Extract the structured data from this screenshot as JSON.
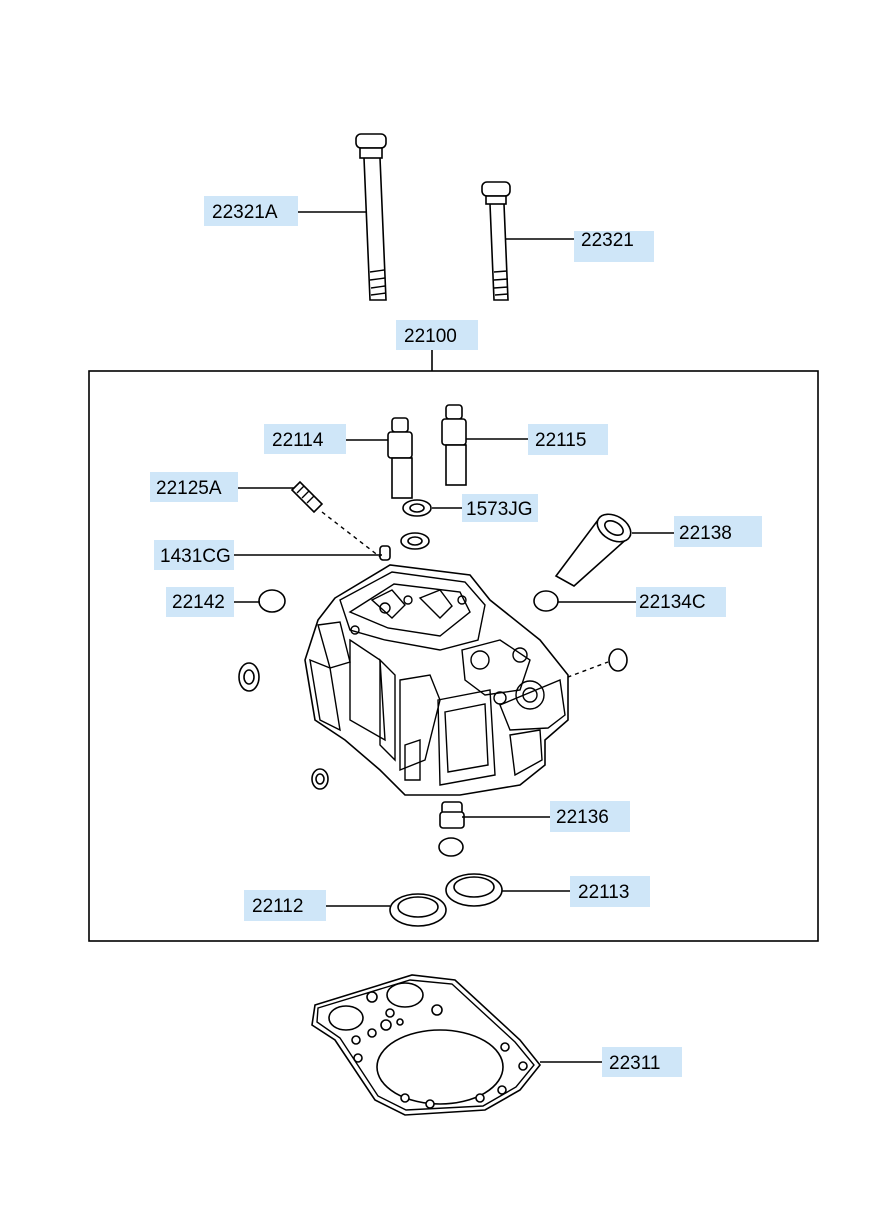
{
  "colors": {
    "label_highlight": "#cfe6f8",
    "line": "#000000",
    "background": "#ffffff"
  },
  "parts": {
    "p22321A": "22321A",
    "p22321": "22321",
    "p22100": "22100",
    "p22114": "22114",
    "p22115": "22115",
    "p22125A": "22125A",
    "p1573JG": "1573JG",
    "p1431CG": "1431CG",
    "p22138": "22138",
    "p22142": "22142",
    "p22134C": "22134C",
    "p22136": "22136",
    "p22112": "22112",
    "p22113": "22113",
    "p22311": "22311"
  }
}
